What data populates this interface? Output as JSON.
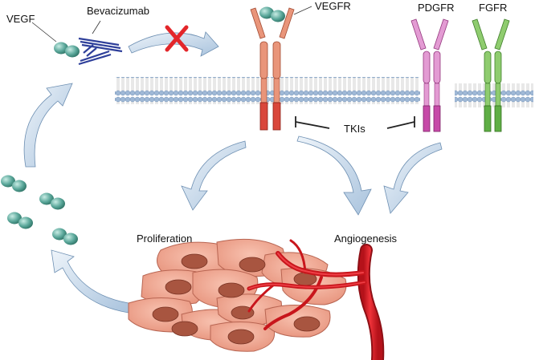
{
  "labels": {
    "vegf": "VEGF",
    "bevacizumab": "Bevacizumab",
    "vegfr": "VEGFR",
    "pdgfr": "PDGFR",
    "fgfr": "FGFR",
    "tkis": "TKIs",
    "proliferation": "Proliferation",
    "angiogenesis": "Angiogenesis"
  },
  "colors": {
    "vegf_ball": "#5aa79a",
    "antibody": "#2e3f9a",
    "blocked_x": "#e3262a",
    "vegfr": "#e9957a",
    "vegfr_tk": "#d9473b",
    "pdgfr": "#e39bd3",
    "pdgfr_tk": "#c64aa8",
    "fgfr": "#8fcc6f",
    "fgfr_tk": "#5fae45",
    "membrane_head": "#a8c0dc",
    "arrow_fill": "#c6d8ec",
    "cell": "#f2a890",
    "nucleus": "#a85540",
    "vessel": "#e31e24"
  }
}
